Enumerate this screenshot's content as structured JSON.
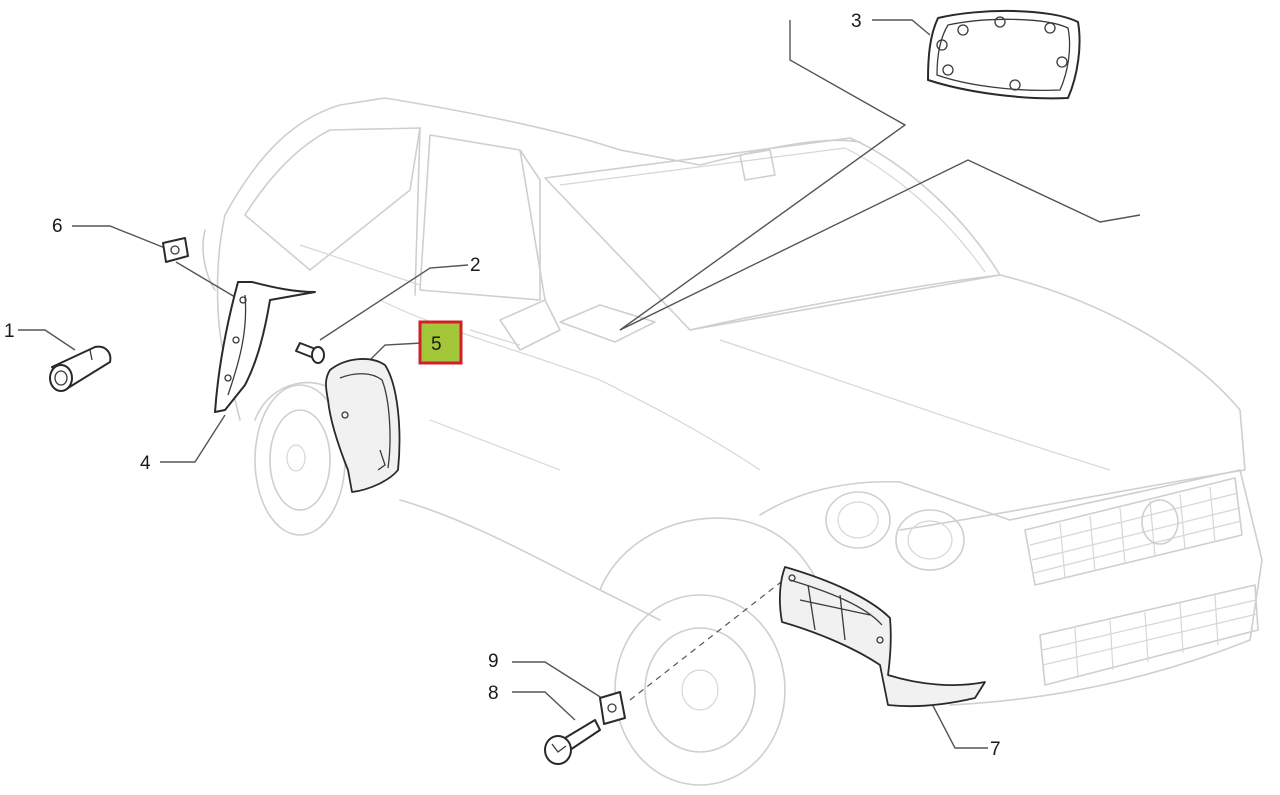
{
  "callouts": [
    {
      "id": "1",
      "label": "1"
    },
    {
      "id": "2",
      "label": "2"
    },
    {
      "id": "3",
      "label": "3"
    },
    {
      "id": "4",
      "label": "4"
    },
    {
      "id": "5",
      "label": "5",
      "highlighted": true
    },
    {
      "id": "6",
      "label": "6"
    },
    {
      "id": "7",
      "label": "7"
    },
    {
      "id": "8",
      "label": "8"
    },
    {
      "id": "9",
      "label": "9"
    }
  ],
  "colors": {
    "highlight_fill": "#a4c73a",
    "highlight_border": "#d0202a",
    "car_outline": "#cfcfcf",
    "part_outline": "#2a2a2a"
  }
}
